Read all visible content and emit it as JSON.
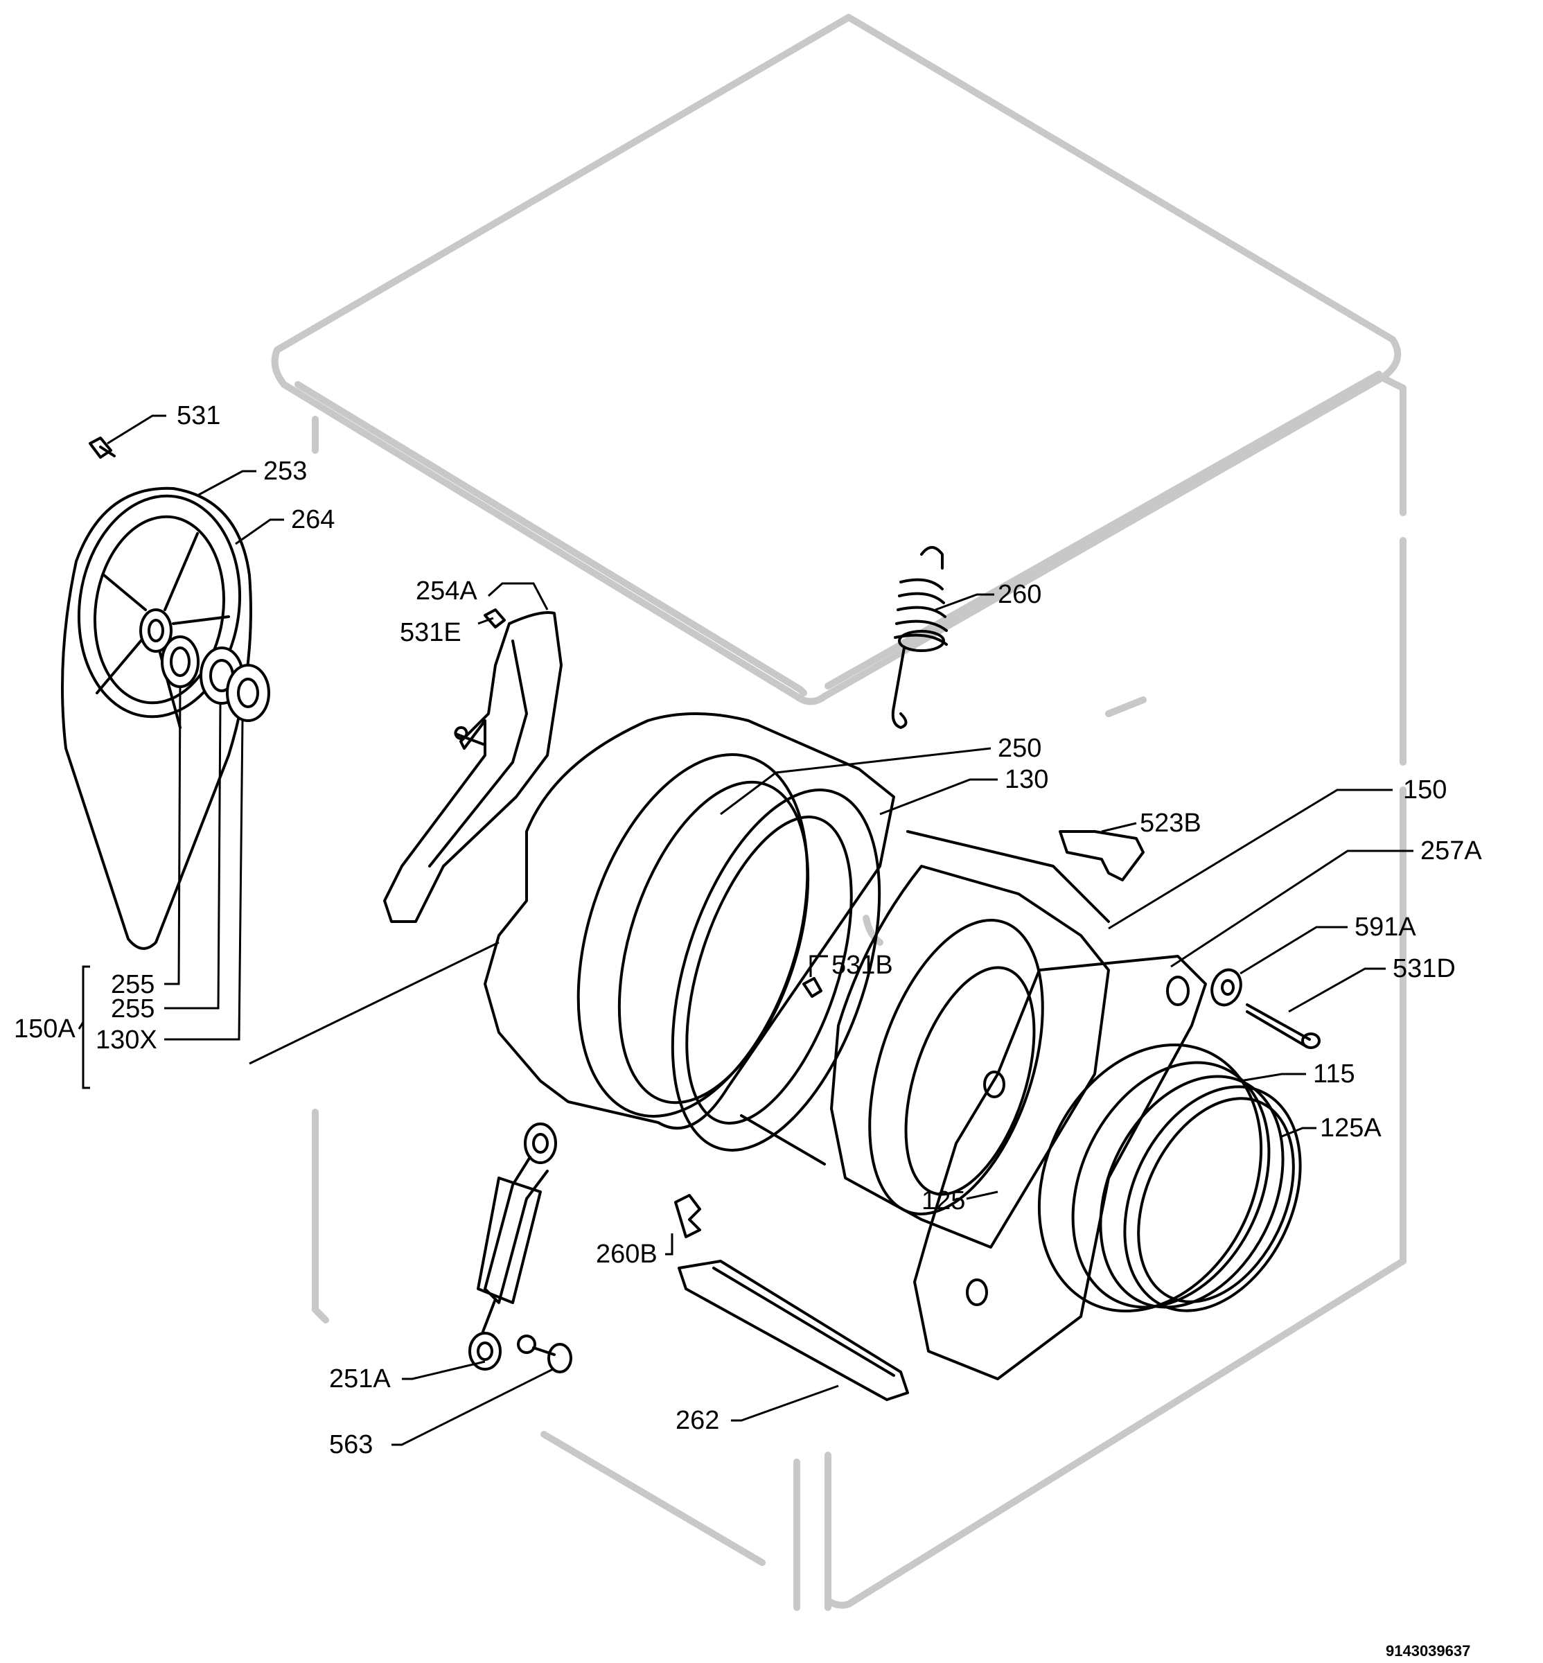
{
  "labels": {
    "p531": "531",
    "p253": "253",
    "p264": "264",
    "p254A": "254A",
    "p531E": "531E",
    "p260": "260",
    "p250": "250",
    "p130": "130",
    "p150": "150",
    "p523B": "523B",
    "p257A": "257A",
    "p591A": "591A",
    "p531D": "531D",
    "p531B": "531B",
    "p255a": "255",
    "p255b": "255",
    "p150A": "150A",
    "p130X": "130X",
    "p115": "115",
    "p125A": "125A",
    "p125": "125",
    "p260B": "260B",
    "p251A": "251A",
    "p563": "563",
    "p262": "262"
  },
  "drawing_code": "9143039637"
}
